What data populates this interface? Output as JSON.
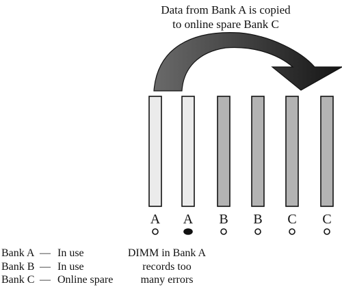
{
  "caption": {
    "line1": "Data from Bank A is copied",
    "line2": "to online spare Bank C"
  },
  "slots": [
    {
      "bank": "A",
      "fill": "#ebebeb",
      "led": "off"
    },
    {
      "bank": "A",
      "fill": "#ebebeb",
      "led": "on"
    },
    {
      "bank": "B",
      "fill": "#b3b3b3",
      "led": "off"
    },
    {
      "bank": "B",
      "fill": "#b3b3b3",
      "led": "off"
    },
    {
      "bank": "C",
      "fill": "#b3b3b3",
      "led": "off"
    },
    {
      "bank": "C",
      "fill": "#b3b3b3",
      "led": "off"
    }
  ],
  "legend": [
    {
      "bank": "Bank A",
      "dash": "—",
      "status": "In use"
    },
    {
      "bank": "Bank B",
      "dash": "—",
      "status": "In use"
    },
    {
      "bank": "Bank C",
      "dash": "—",
      "status": "Online spare"
    }
  ],
  "note": {
    "line1": "DIMM in Bank A",
    "line2": "records too",
    "line3": "many errors"
  },
  "colors": {
    "arrow_start": "#6a6a6a",
    "arrow_end": "#151515",
    "stroke": "#111111"
  }
}
